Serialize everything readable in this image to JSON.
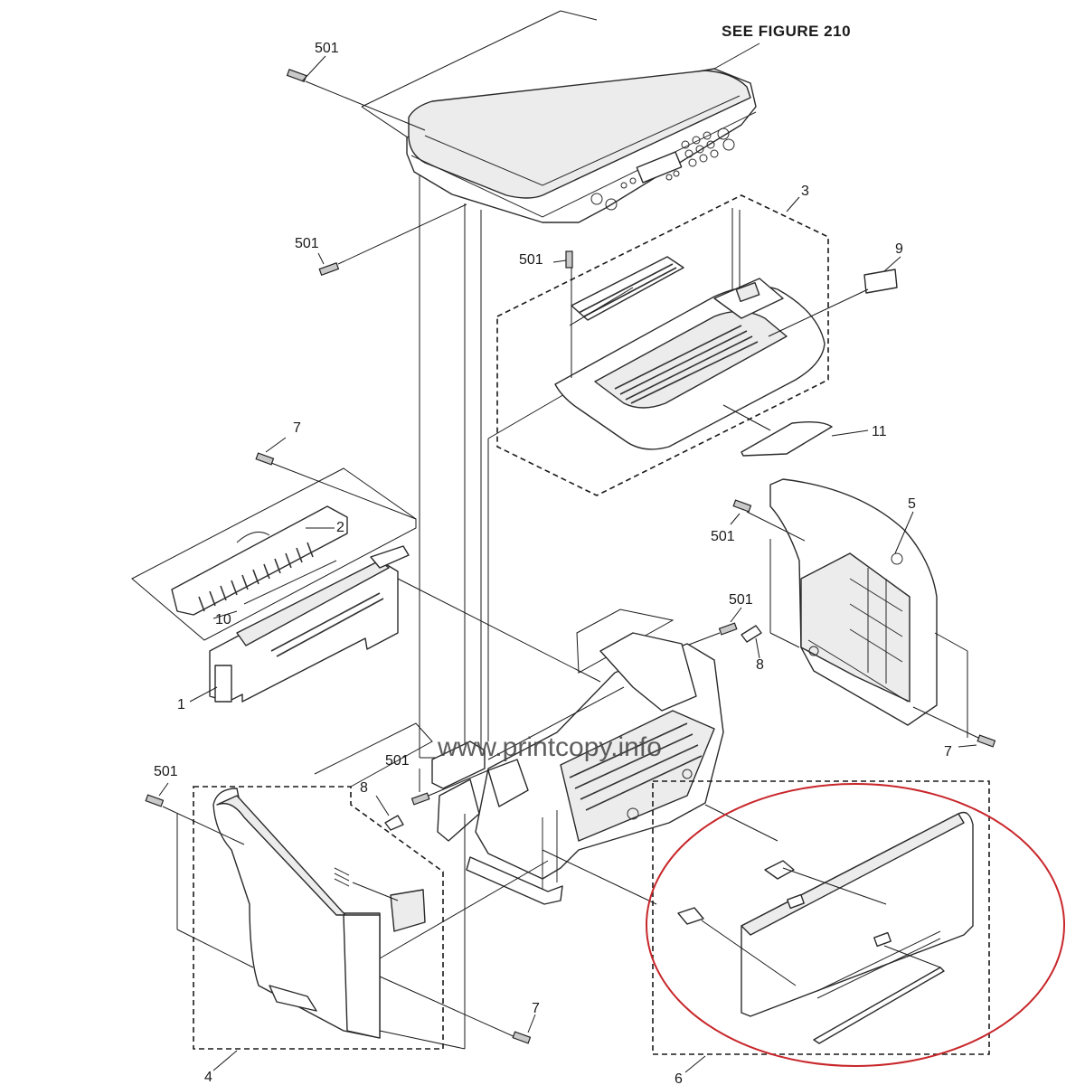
{
  "diagram": {
    "note": "SEE FIGURE 210",
    "watermark": "www.printcopy.info",
    "callouts": {
      "screw_501_top": "501",
      "screw_501_left": "501",
      "screw_501_mid": "501",
      "part_3": "3",
      "part_9": "9",
      "part_11": "11",
      "screw_7_top": "7",
      "part_2": "2",
      "part_10": "10",
      "part_1": "1",
      "part_5": "5",
      "screw_501_right": "501",
      "screw_501_center": "501",
      "part_8_right": "8",
      "screw_7_right": "7",
      "screw_501_lowleft": "501",
      "screw_501_center_low": "501",
      "part_8_left": "8",
      "screw_7_bottom": "7",
      "part_4": "4",
      "part_6": "6"
    },
    "colors": {
      "line": "#2a2a2a",
      "highlight_circle": "#c8262a",
      "background": "#ffffff"
    }
  }
}
